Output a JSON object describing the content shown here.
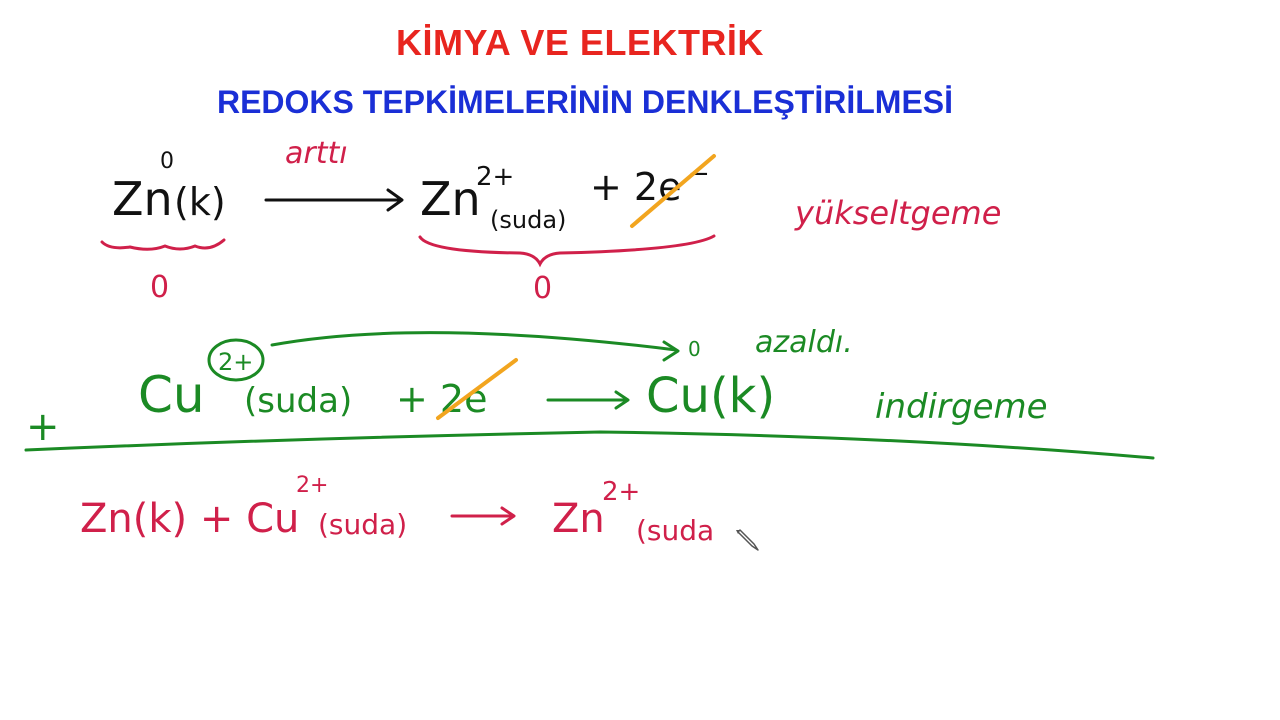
{
  "header": {
    "title": "KİMYA VE ELEKTRİK",
    "subtitle": "REDOKS TEPKİMELERİNİN DENKLEŞTİRİLMESİ"
  },
  "colors": {
    "title": "#e8251f",
    "subtitle": "#1a2fd6",
    "black_ink": "#111111",
    "red_ink": "#d0204a",
    "green_ink": "#1b8a24",
    "orange_ink": "#f2a51f",
    "background": "#ffffff"
  },
  "reaction1": {
    "element_sym": "Zn",
    "element_ox": "0",
    "element_state": "(k)",
    "arrow_label": "arttı",
    "product_sym": "Zn",
    "product_charge": "2+",
    "product_state": "(suda)",
    "electrons": "+ 2e",
    "electron_charge": "−",
    "label": "yükseltgeme",
    "left_bracket_value": "0",
    "right_bracket_value": "0"
  },
  "reaction2": {
    "ion_sym": "Cu",
    "ion_charge": "2+",
    "ion_state": "(suda)",
    "electrons": "+ 2e",
    "product_ox": "0",
    "arrow_label": "azaldı.",
    "product": "Cu(k)",
    "label": "indirgeme",
    "plus_sign": "+"
  },
  "net_reaction": {
    "left": "Zn(k) + Cu",
    "left_charge": "2+",
    "left_state": "(suda)",
    "product_sym": "Zn",
    "product_charge": "2+",
    "product_state": "(suda"
  },
  "icons": {
    "cursor": "pencil-cursor-icon"
  }
}
